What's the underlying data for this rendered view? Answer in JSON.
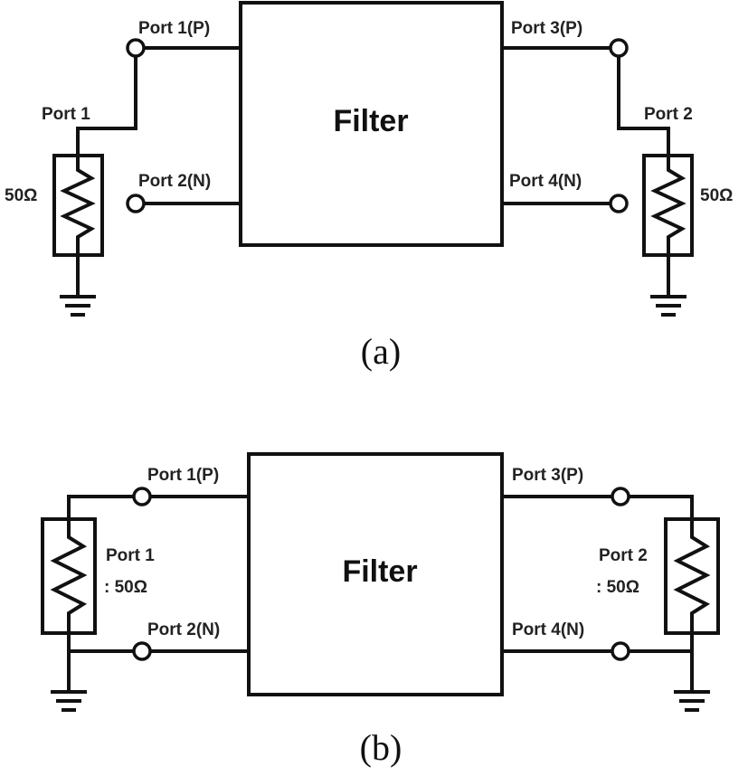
{
  "diagram_a": {
    "filter_label": "Filter",
    "port_1p": "Port 1(P)",
    "port_2n": "Port 2(N)",
    "port_3p": "Port 3(P)",
    "port_4n": "Port 4(N)",
    "port_left": "Port 1",
    "port_right": "Port 2",
    "load_left": "50Ω",
    "load_right": "50Ω",
    "caption": "(a)"
  },
  "diagram_b": {
    "filter_label": "Filter",
    "port_1p": "Port 1(P)",
    "port_2n": "Port 2(N)",
    "port_3p": "Port 3(P)",
    "port_4n": "Port 4(N)",
    "port_left": "Port 1",
    "load_left": ": 50Ω",
    "port_right": "Port 2",
    "load_right": ": 50Ω",
    "caption": "(b)"
  }
}
